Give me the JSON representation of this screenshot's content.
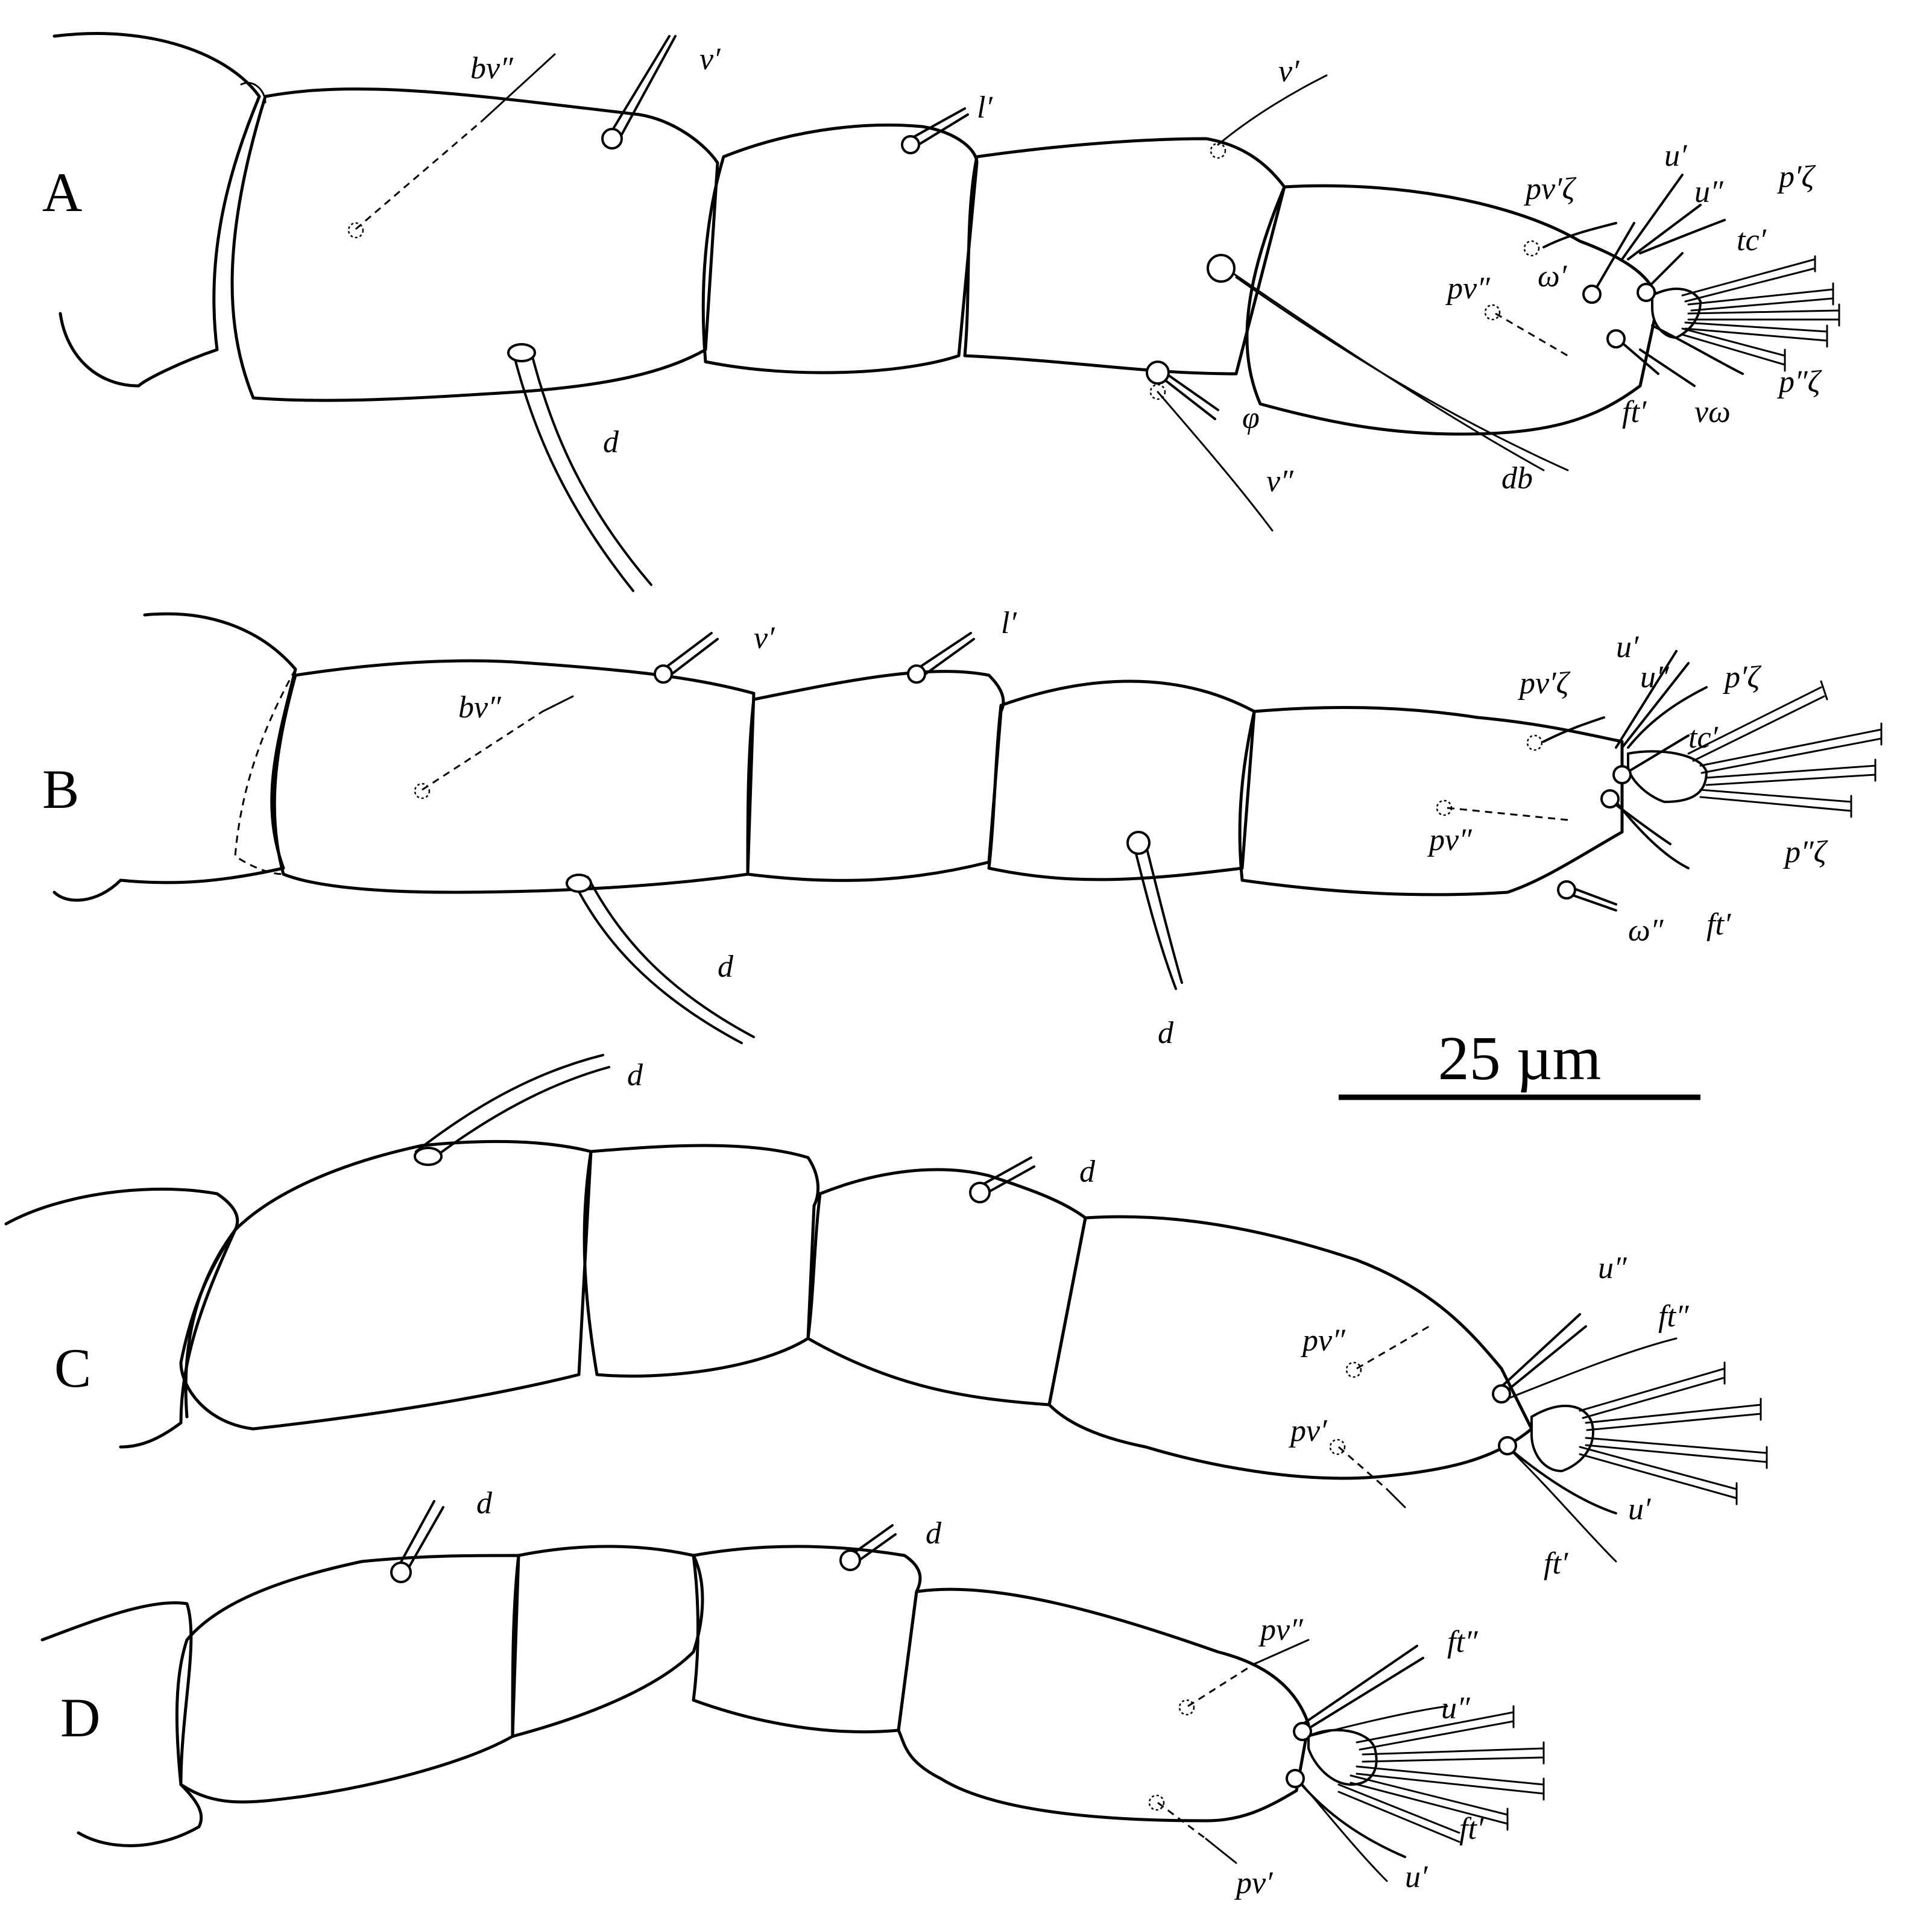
{
  "figure": {
    "scale_bar": {
      "label": "25 µm"
    },
    "panels": [
      {
        "id": "A",
        "setae": [
          "bv″",
          "v′",
          "l′",
          "v′",
          "d",
          "φ",
          "v″",
          "db",
          "pv′ζ",
          "u′",
          "u″",
          "p′ζ",
          "tc′",
          "ω′",
          "pv″",
          "p″ζ",
          "ft′",
          "vω"
        ]
      },
      {
        "id": "B",
        "setae": [
          "v′",
          "l′",
          "bv″",
          "d",
          "d",
          "pv′ζ",
          "u′",
          "u″",
          "p′ζ",
          "tc′",
          "pv″",
          "p″ζ",
          "ω″",
          "ft′"
        ]
      },
      {
        "id": "C",
        "setae": [
          "d",
          "d",
          "u″",
          "ft″",
          "pv″",
          "pv′",
          "u′",
          "ft′"
        ]
      },
      {
        "id": "D",
        "setae": [
          "d",
          "d",
          "pv″",
          "ft″",
          "u″",
          "pv′",
          "u′",
          "ft′"
        ]
      }
    ]
  }
}
